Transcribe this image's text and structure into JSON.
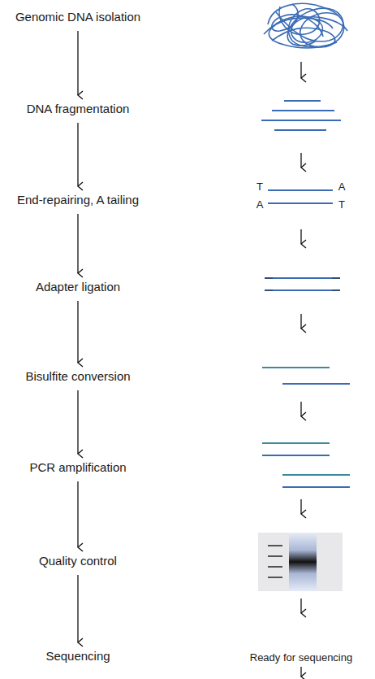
{
  "diagram": {
    "nodes": [
      {
        "text": [
          "Genomic DNA isolation"
        ]
      },
      {
        "text": [
          "DNA fragmentation"
        ]
      },
      {
        "text": [
          "End-repairing, A tailing"
        ]
      },
      {
        "text": [
          "Adapter ligation"
        ]
      },
      {
        "text": [
          "Bisulfite conversion"
        ]
      },
      {
        "text": [
          "PCR amplification"
        ]
      },
      {
        "text": [
          "Quality control"
        ]
      },
      {
        "text": [
          "Sequencing"
        ]
      }
    ],
    "edges": [
      {
        "from": 0,
        "to": 1,
        "arrow": "to"
      },
      {
        "from": 1,
        "to": 2,
        "arrow": "to"
      },
      {
        "from": 2,
        "to": 3,
        "arrow": "to"
      },
      {
        "from": 3,
        "to": 4,
        "arrow": "to"
      },
      {
        "from": 4,
        "to": 5,
        "arrow": "to"
      },
      {
        "from": 5,
        "to": 6,
        "arrow": "to"
      },
      {
        "from": 6,
        "to": 7,
        "arrow": "to"
      }
    ],
    "labels": [
      "T",
      "A",
      "A",
      "T",
      "Ready for sequencing"
    ]
  }
}
